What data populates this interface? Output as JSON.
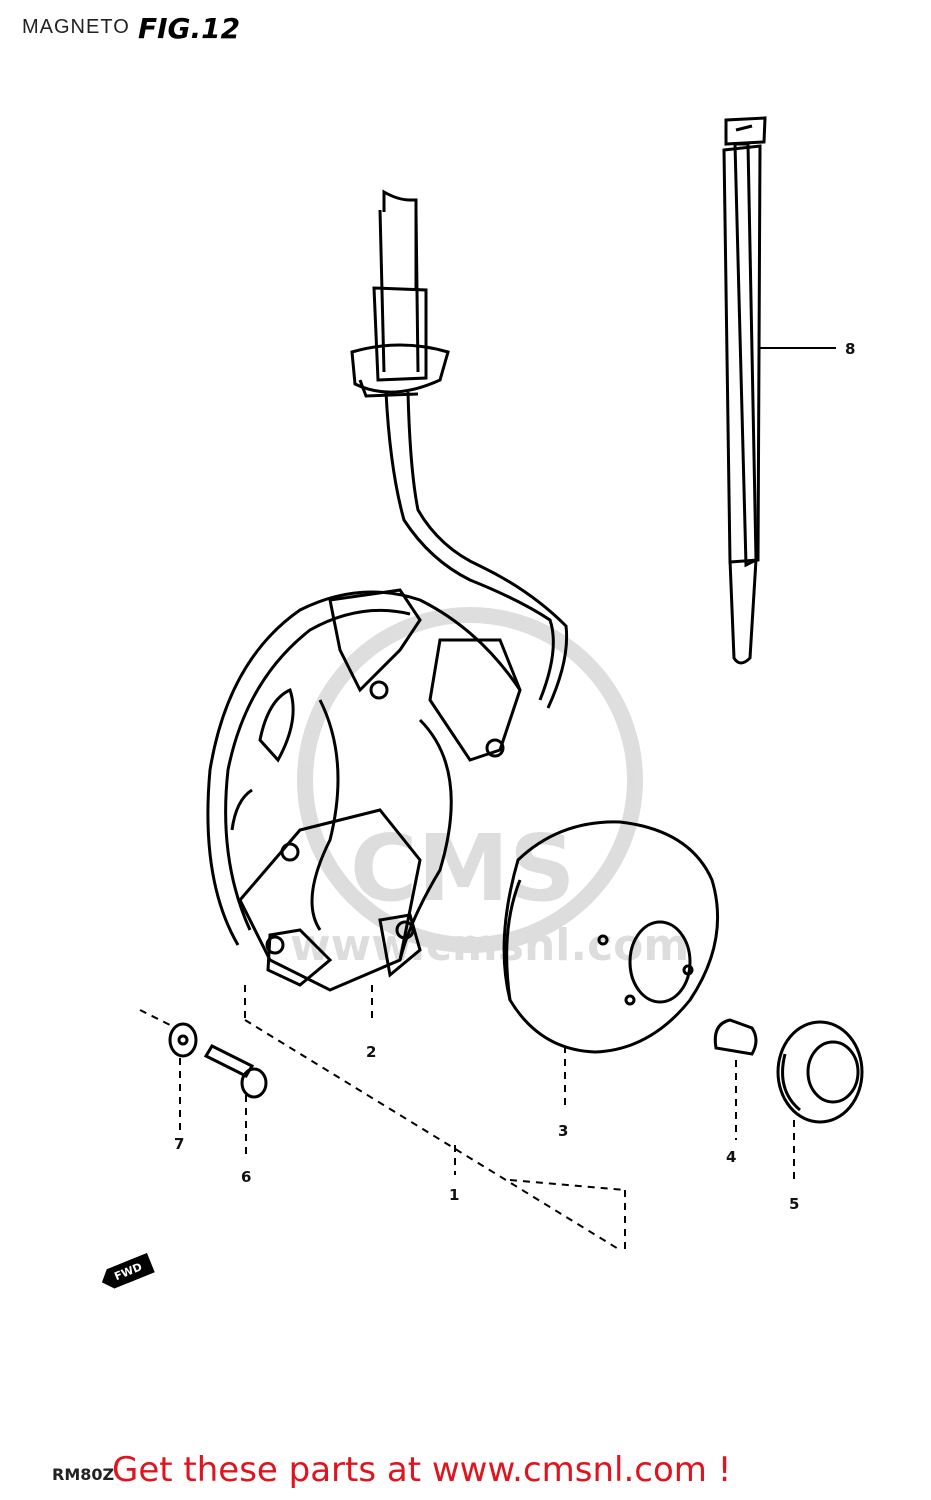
{
  "header": {
    "title": "MAGNETO",
    "figure": "FIG.12"
  },
  "callouts": [
    {
      "num": "1",
      "part": "magneto-assembly"
    },
    {
      "num": "2",
      "part": "stator"
    },
    {
      "num": "3",
      "part": "rotor"
    },
    {
      "num": "4",
      "part": "key"
    },
    {
      "num": "5",
      "part": "nut"
    },
    {
      "num": "6",
      "part": "screw"
    },
    {
      "num": "7",
      "part": "washer"
    },
    {
      "num": "8",
      "part": "clamp"
    }
  ],
  "direction_marker": "FWD",
  "model_code": "RM80Z",
  "footer": {
    "text": "Get these parts at www.cmsnl.com !",
    "color": "#e0141e"
  },
  "watermark": "CMS www.cmsnl.com"
}
